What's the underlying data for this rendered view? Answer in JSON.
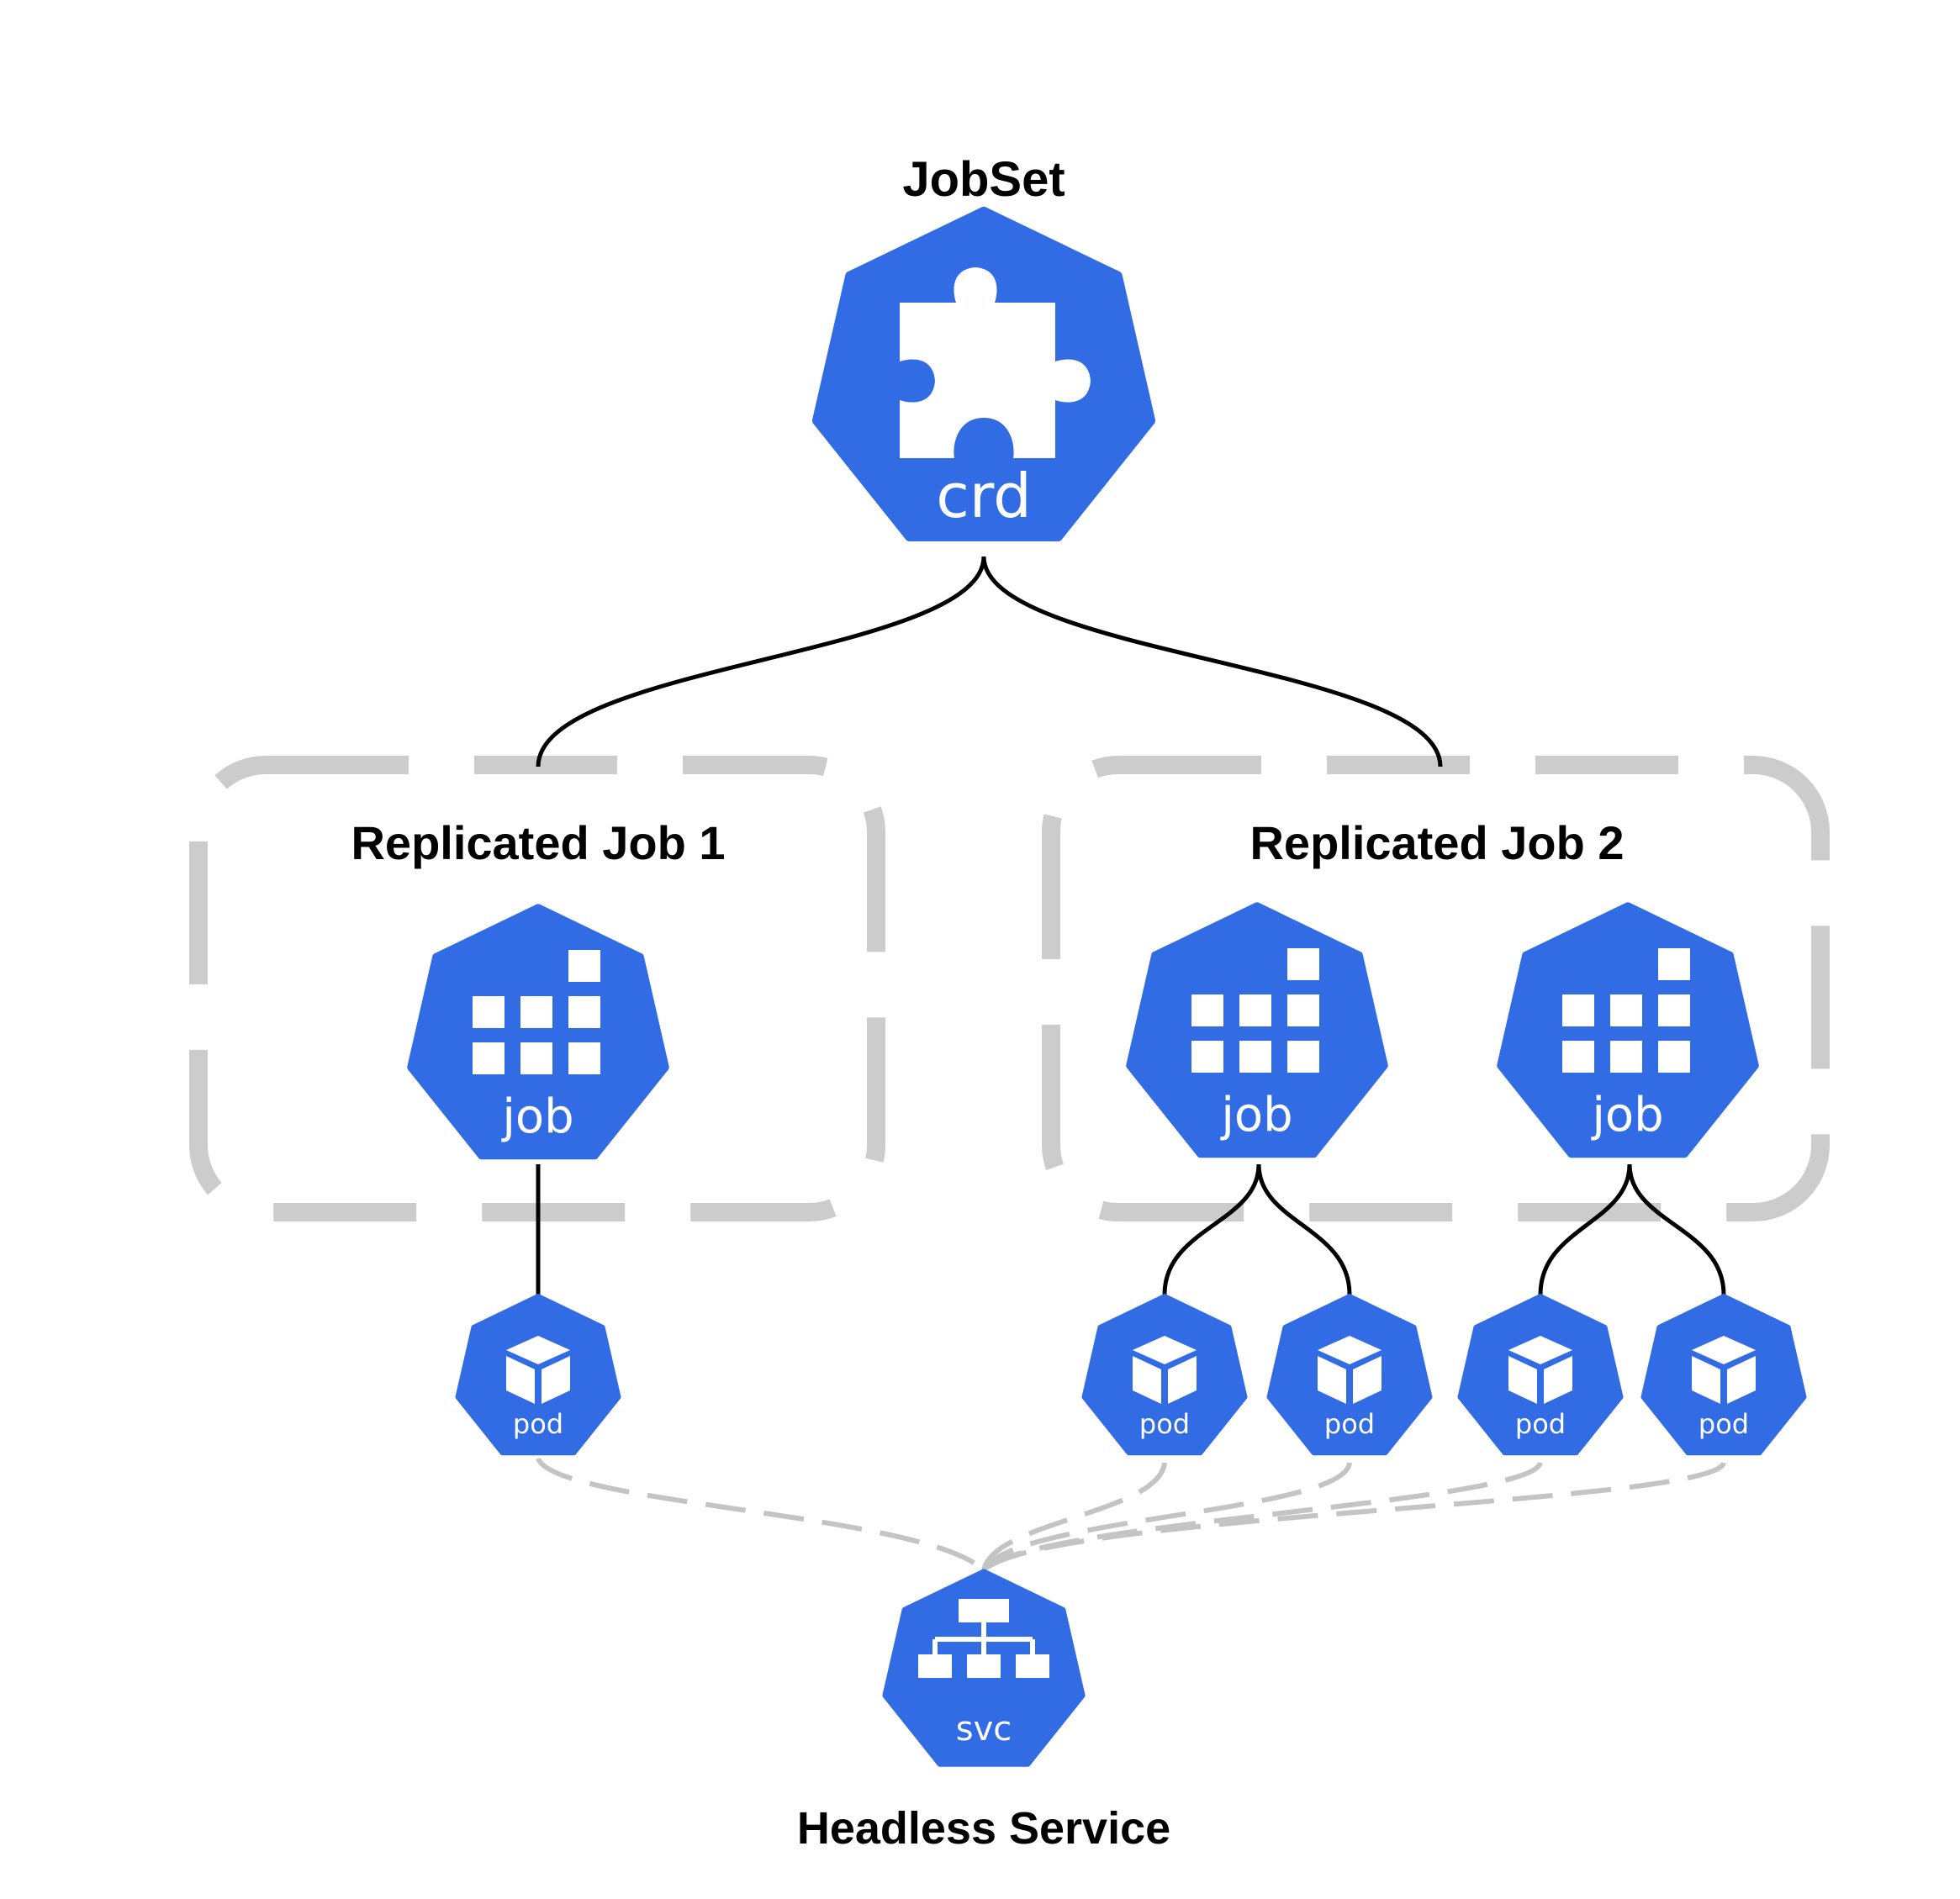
{
  "colors": {
    "icon_blue": "#326ce5",
    "edge_solid": "#000000",
    "edge_dashed": "#c4c4c4",
    "group_border": "#cccccc"
  },
  "nodes": {
    "jobset": {
      "title": "JobSet",
      "icon": "puzzle-icon",
      "label": "crd"
    },
    "job_1": {
      "icon": "job-grid-icon",
      "label": "job"
    },
    "job_2a": {
      "icon": "job-grid-icon",
      "label": "job"
    },
    "job_2b": {
      "icon": "job-grid-icon",
      "label": "job"
    },
    "pods": [
      {
        "icon": "cube-icon",
        "label": "pod"
      },
      {
        "icon": "cube-icon",
        "label": "pod"
      },
      {
        "icon": "cube-icon",
        "label": "pod"
      },
      {
        "icon": "cube-icon",
        "label": "pod"
      },
      {
        "icon": "cube-icon",
        "label": "pod"
      }
    ],
    "service": {
      "title": "Headless Service",
      "icon": "network-tree-icon",
      "label": "svc"
    }
  },
  "groups": {
    "replicated_job_1": {
      "title": "Replicated Job 1"
    },
    "replicated_job_2": {
      "title": "Replicated Job 2"
    }
  }
}
